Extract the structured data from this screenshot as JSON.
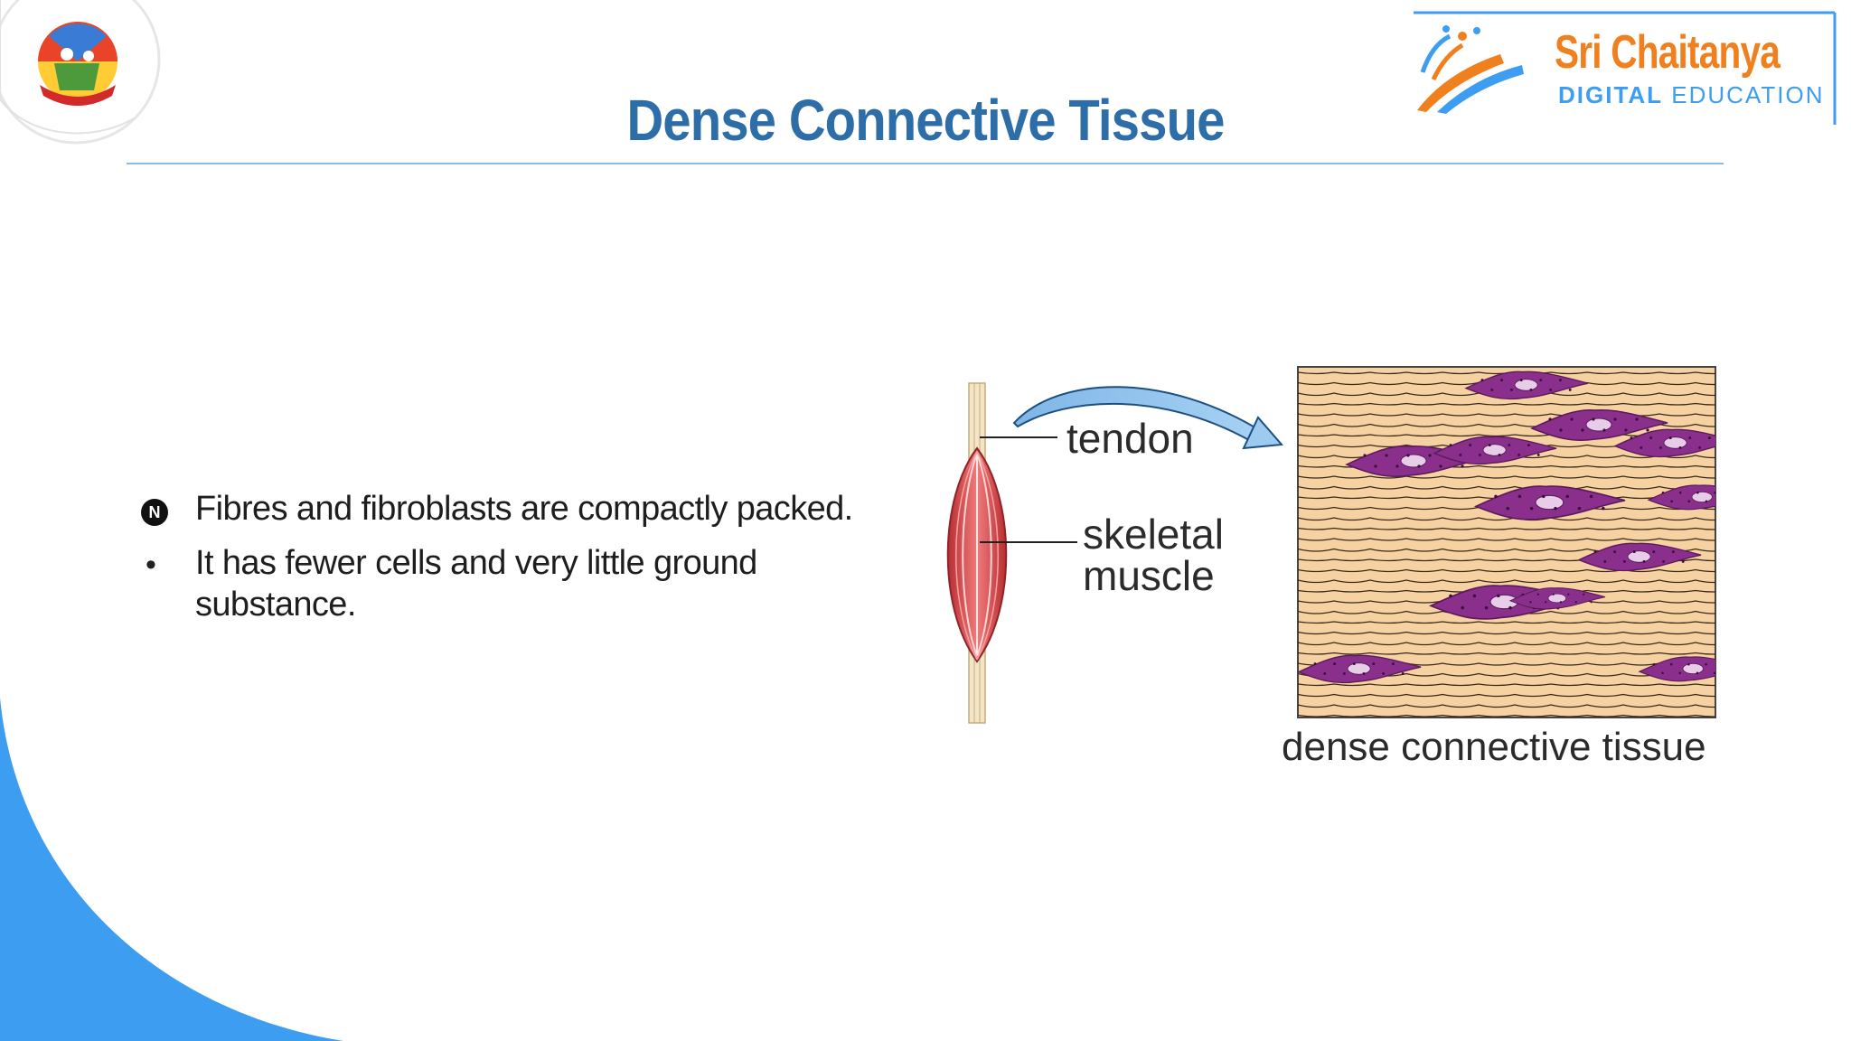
{
  "slide": {
    "title": "Dense Connective Tissue",
    "bullets": [
      "Fibres and fibroblasts are compactly packed.",
      "It has fewer cells and very little ground substance."
    ],
    "bullet_badge": "N"
  },
  "brand": {
    "name": "Sri Chaitanya",
    "tagline_bold": "DIGITAL",
    "tagline_rest": " EDUCATION"
  },
  "diagram": {
    "labels": {
      "tendon": "tendon",
      "skeletal_line1": "skeletal",
      "skeletal_line2": "muscle",
      "caption": "dense connective tissue"
    }
  },
  "colors": {
    "title": "#2e6ea8",
    "accent_blue": "#3d9df0",
    "brand_orange": "#f07f1e",
    "muscle_red": "#d8474a",
    "tissue_bg": "#f6d1a1",
    "fibroblast": "#8b2f8d"
  }
}
